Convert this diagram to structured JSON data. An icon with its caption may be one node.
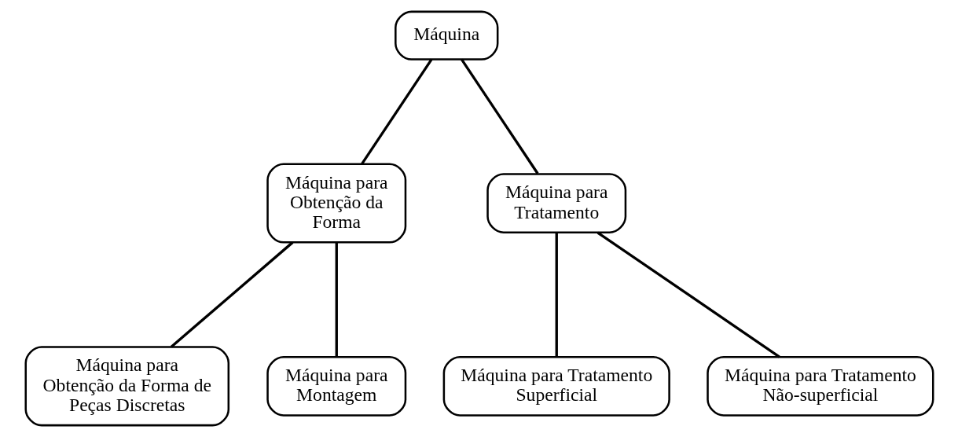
{
  "diagram": {
    "nodes": [
      {
        "text": [
          "Máquina"
        ]
      },
      {
        "text": [
          "Máquina para Obtenção da Forma"
        ]
      },
      {
        "text": [
          "Máquina para Tratamento"
        ]
      },
      {
        "text": [
          "Máquina para Obtenção da Forma de Peças Discretas"
        ]
      },
      {
        "text": [
          "Máquina para Montagem"
        ]
      },
      {
        "text": [
          "Máquina para Tratamento Superficial"
        ]
      },
      {
        "text": [
          "Máquina para Tratamento Não-superficial"
        ]
      }
    ],
    "edges": [
      {
        "from": 0,
        "to": 1,
        "arrow": "none"
      },
      {
        "from": 0,
        "to": 2,
        "arrow": "none"
      },
      {
        "from": 1,
        "to": 3,
        "arrow": "none"
      },
      {
        "from": 1,
        "to": 4,
        "arrow": "none"
      },
      {
        "from": 2,
        "to": 5,
        "arrow": "none"
      },
      {
        "from": 2,
        "to": 6,
        "arrow": "none"
      }
    ]
  }
}
